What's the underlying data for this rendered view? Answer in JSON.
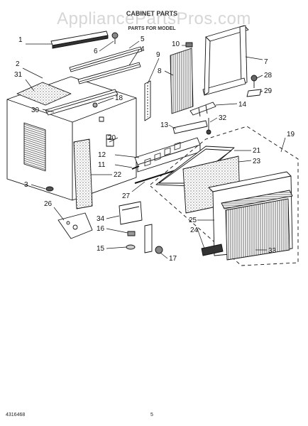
{
  "header": {
    "watermark": "AppliancePartsPros.com",
    "title": "CABINET PARTS",
    "subtitle": "PARTS FOR MODEL"
  },
  "callouts": [
    {
      "id": "c1",
      "label": "1"
    },
    {
      "id": "c2",
      "label": "2"
    },
    {
      "id": "c31",
      "label": "31"
    },
    {
      "id": "c6",
      "label": "6"
    },
    {
      "id": "c5",
      "label": "5"
    },
    {
      "id": "c4",
      "label": "4"
    },
    {
      "id": "c18",
      "label": "18"
    },
    {
      "id": "c30",
      "label": "30"
    },
    {
      "id": "c10",
      "label": "10"
    },
    {
      "id": "c9",
      "label": "9"
    },
    {
      "id": "c8",
      "label": "8"
    },
    {
      "id": "c7",
      "label": "7"
    },
    {
      "id": "c28",
      "label": "28"
    },
    {
      "id": "c29",
      "label": "29"
    },
    {
      "id": "c14",
      "label": "14"
    },
    {
      "id": "c32",
      "label": "32"
    },
    {
      "id": "c13",
      "label": "13"
    },
    {
      "id": "c19",
      "label": "19"
    },
    {
      "id": "c20",
      "label": "20"
    },
    {
      "id": "c12",
      "label": "12"
    },
    {
      "id": "c11",
      "label": "11"
    },
    {
      "id": "c22",
      "label": "22"
    },
    {
      "id": "c21",
      "label": "21"
    },
    {
      "id": "c23",
      "label": "23"
    },
    {
      "id": "c3",
      "label": "3"
    },
    {
      "id": "c27",
      "label": "27"
    },
    {
      "id": "c26",
      "label": "26"
    },
    {
      "id": "c25",
      "label": "25"
    },
    {
      "id": "c34",
      "label": "34"
    },
    {
      "id": "c24",
      "label": "24"
    },
    {
      "id": "c16",
      "label": "16"
    },
    {
      "id": "c15",
      "label": "15"
    },
    {
      "id": "c17",
      "label": "17"
    },
    {
      "id": "c33",
      "label": "33"
    }
  ],
  "footer": {
    "doc_number": "4316468",
    "page_number": "5"
  }
}
